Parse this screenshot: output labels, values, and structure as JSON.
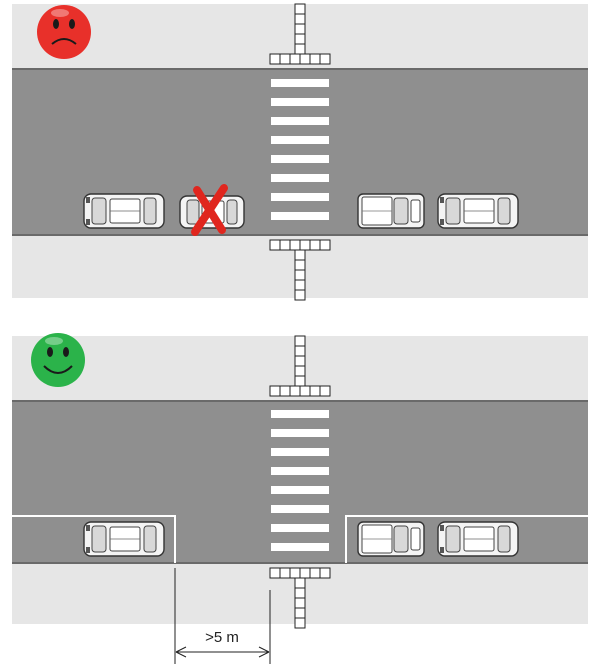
{
  "panels": [
    {
      "id": "wrong",
      "status": "incorrect",
      "face": "sad-face",
      "face_color": "#e8302a"
    },
    {
      "id": "right",
      "status": "correct",
      "face": "smiley-face",
      "face_color": "#2bb34a"
    }
  ],
  "dimension": {
    "label": ">5 m"
  },
  "colors": {
    "road": "#8f8f8f",
    "sidewalk": "#e6e6e6",
    "stripe": "#ffffff",
    "cross_mark": "#e0261e"
  }
}
